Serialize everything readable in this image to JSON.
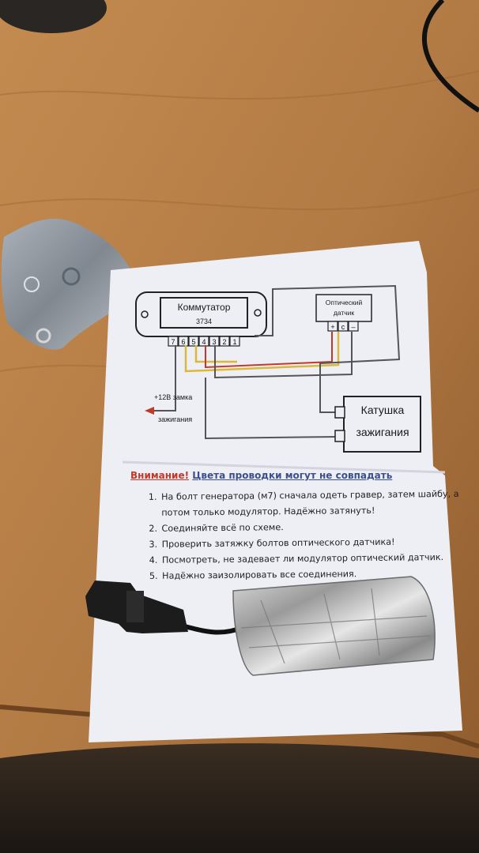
{
  "diagram": {
    "commutator_title": "Коммутатор",
    "commutator_model": "3734",
    "pins": [
      "7",
      "6",
      "5",
      "4",
      "3",
      "2",
      "1"
    ],
    "sensor_label_line1": "Оптический",
    "sensor_label_line2": "датчик",
    "sensor_pins": [
      "+",
      "c",
      "–"
    ],
    "coil_label_line1": "Катушка",
    "coil_label_line2": "зажигания",
    "ignition_label_line1": "+12В замка",
    "ignition_label_line2": "зажигания"
  },
  "instructions": {
    "warning_prefix": "Внимание!",
    "warning_text": "Цвета проводки могут не совпадать",
    "items": [
      "На болт генератора (м7) сначала одеть гравер, затем шайбу, а потом только модулятор. Надёжно затянуть!",
      "Соединяйте всё по схеме.",
      "Проверить затяжку болтов оптического датчика!",
      "Посмотреть, не задевает ли модулятор оптический датчик.",
      "Надёжно заизолировать все соединения."
    ]
  },
  "colors": {
    "desk": "#b27a44",
    "paper": "#eeeff5",
    "wire_yellow": "#d9b83a",
    "wire_red": "#c0392b",
    "wire_gray": "#555555",
    "warning_red": "#c0392b",
    "warning_blue": "#3b4f8f"
  }
}
